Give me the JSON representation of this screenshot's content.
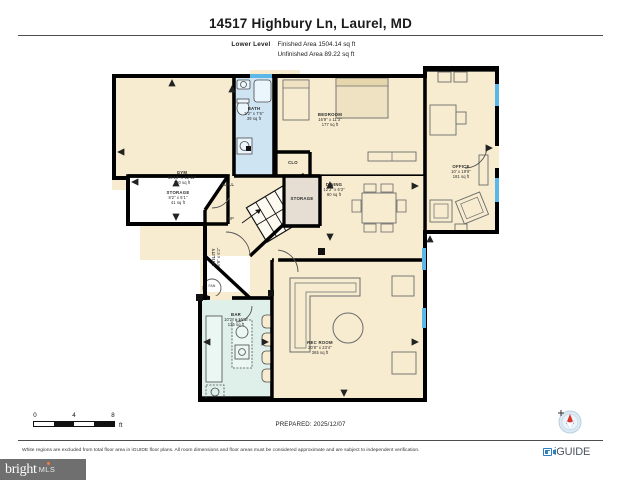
{
  "header": {
    "address": "14517 Highbury Ln, Laurel, MD",
    "level_label": "Lower Level",
    "finished_label": "Finished Area",
    "finished_value": "1504.14 sq ft",
    "unfinished_label": "Unfinished Area",
    "unfinished_value": "89.22 sq ft"
  },
  "rooms": [
    {
      "name": "GYM",
      "dims": "15'10\" x 12'11\"",
      "area": "190 sq ft"
    },
    {
      "name": "BATH",
      "dims": "5'2\" x 7'6\"",
      "area": "39 sq ft"
    },
    {
      "name": "CLO",
      "dims": "",
      "area": ""
    },
    {
      "name": "BEDROOM",
      "dims": "16'9\" x 11'3\"",
      "area": "177 sq ft"
    },
    {
      "name": "OFFICE",
      "dims": "10' x 19'9\"",
      "area": "181 sq ft"
    },
    {
      "name": "STORAGE",
      "dims": "8'2\" x 5'1\"",
      "area": "41 sq ft"
    },
    {
      "name": "HALL",
      "dims": "",
      "area": ""
    },
    {
      "name": "STORAGE",
      "dims": "",
      "area": ""
    },
    {
      "name": "DINING",
      "dims": "12'2\" x 6'3\"",
      "area": "80 sq ft"
    },
    {
      "name": "UTILITY",
      "dims": "8'9\" x 6'2\"",
      "area": ""
    },
    {
      "name": "BAR",
      "dims": "10'2\" x 15'1\"",
      "area": "136 sq ft"
    },
    {
      "name": "REC ROOM",
      "dims": "20'8\" x 23'4\"",
      "area": "365 sq ft"
    }
  ],
  "stairs": {
    "direction_label": "UP"
  },
  "markers": {
    "furnace": "FAN"
  },
  "scale": {
    "ticks": [
      "0",
      "4",
      "8"
    ],
    "unit": "ft"
  },
  "footer": {
    "prepared": "PREPARED: 2025/12/07",
    "disclaimer": "White regions are excluded from total floor area in iGUIDE floor plans. All room dimensions and floor areas must be considered approximate and are subject to independent verification.",
    "iguide_brand_i": "i",
    "iguide_brand_rest": "GUIDE",
    "mls_name": "bright",
    "mls_suffix": "MLS"
  },
  "colors": {
    "wall": "#000000",
    "finished_fill": "#f7ecd0",
    "bath_fill": "#cfe4f2",
    "bar_fill": "#dff0ea",
    "unfinished_fill": "#ffffff",
    "storage_fill": "#e6ded2",
    "window": "#5bb7e8",
    "accent": "#2f7fc1",
    "compass_needle": "#d8342a"
  }
}
